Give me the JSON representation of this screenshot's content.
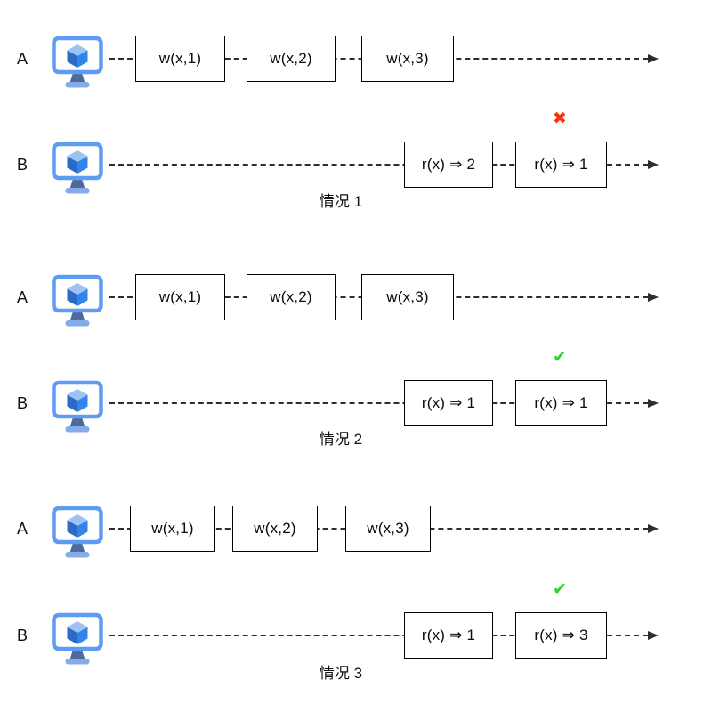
{
  "diagram": {
    "description_labels": {
      "process_a": "A",
      "process_b": "B"
    }
  },
  "colors": {
    "background": "#ffffff",
    "line": "#2e2e2e",
    "box_border": "#000000",
    "text": "#111111",
    "cross": "#f43110",
    "check": "#2fd32c",
    "monitor_frame": "#5e9bf2",
    "cube_top": "#9dc2f3",
    "cube_left": "#2b6ac6",
    "cube_right": "#2f85e9",
    "stand_neck": "#50699b",
    "stand_base": "#85abe8"
  },
  "icons": {
    "machine": "vm-monitor-icon",
    "cross_glyph": "✖",
    "check_glyph": "✔"
  },
  "scenarios": [
    {
      "caption": "情况 1",
      "row_a": {
        "label": "A",
        "boxes": [
          "w(x,1)",
          "w(x,2)",
          "w(x,3)"
        ]
      },
      "row_b": {
        "label": "B",
        "boxes": [
          "r(x) ⇒ 2",
          "r(x) ⇒ 1"
        ],
        "badge": "cross"
      }
    },
    {
      "caption": "情况 2",
      "row_a": {
        "label": "A",
        "boxes": [
          "w(x,1)",
          "w(x,2)",
          "w(x,3)"
        ]
      },
      "row_b": {
        "label": "B",
        "boxes": [
          "r(x) ⇒ 1",
          "r(x) ⇒ 1"
        ],
        "badge": "check"
      }
    },
    {
      "caption": "情况 3",
      "row_a": {
        "label": "A",
        "boxes": [
          "w(x,1)",
          "w(x,2)",
          "w(x,3)"
        ]
      },
      "row_b": {
        "label": "B",
        "boxes": [
          "r(x) ⇒ 1",
          "r(x) ⇒ 3"
        ],
        "badge": "check"
      }
    }
  ]
}
